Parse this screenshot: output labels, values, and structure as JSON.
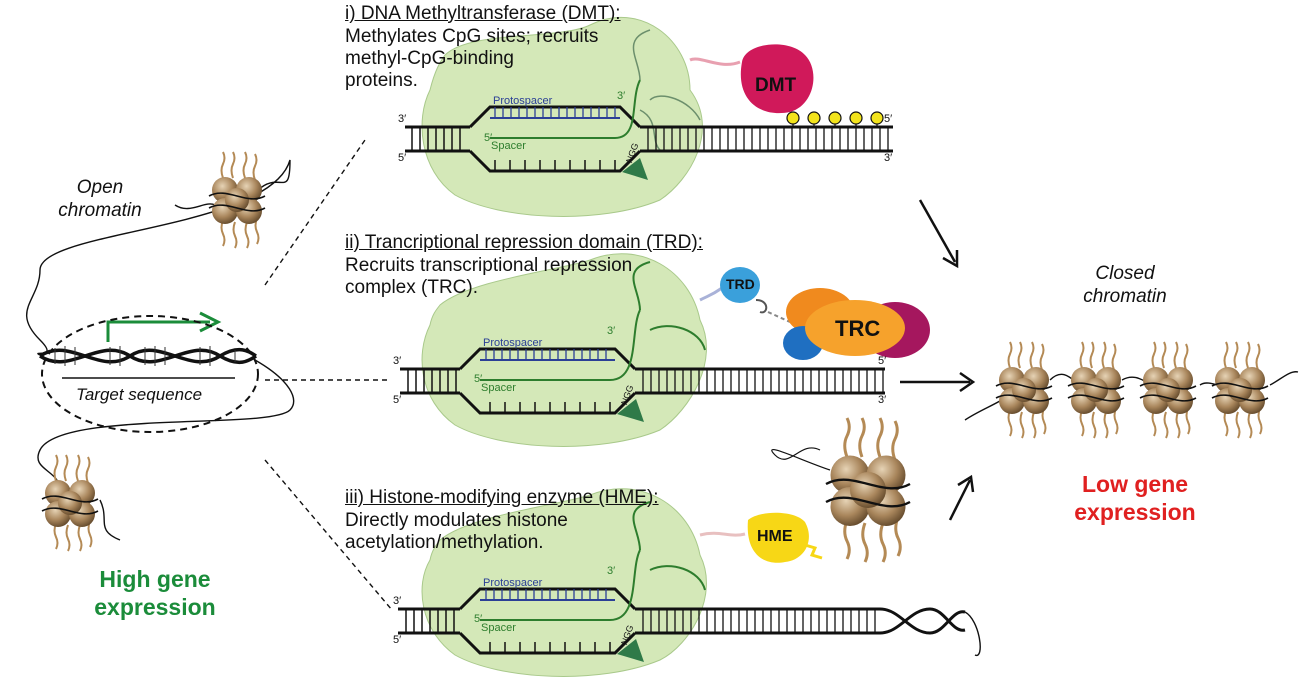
{
  "left": {
    "open_chromatin": [
      "Open",
      "chromatin"
    ],
    "target_sequence": "Target sequence",
    "high_expression": [
      "High gene",
      "expression"
    ]
  },
  "panels": [
    {
      "heading": "i) DNA Methyltransferase (DMT):",
      "description": [
        "Methylates CpG sites; recruits",
        "methyl-CpG-binding",
        "proteins."
      ],
      "effector": "DMT"
    },
    {
      "heading": "ii) Trancriptional repression domain (TRD):",
      "description": [
        "Recruits transcriptional repression",
        "complex (TRC)."
      ],
      "effector": "TRD",
      "complex": "TRC"
    },
    {
      "heading": "iii) Histone-modifying enzyme (HME):",
      "description": [
        "Directly modulates histone",
        "acetylation/methylation."
      ],
      "effector": "HME"
    }
  ],
  "strand_labels": {
    "three_prime": "3′",
    "five_prime": "5′",
    "protospacer": "Protospacer",
    "spacer": "Spacer",
    "pam": "NGG"
  },
  "right": {
    "closed_chromatin": [
      "Closed",
      "chromatin"
    ],
    "low_expression": [
      "Low gene",
      "expression"
    ]
  },
  "colors": {
    "cas9_body": "#d4e8b8",
    "protospacer": "#2b3f96",
    "spacer": "#2d7d2d",
    "dmt": "#d0195a",
    "methyl": "#f3e41c",
    "trd": "#3aa0db",
    "trc": "#f6a22c",
    "hme": "#f7d716",
    "high_expression": "#1b8c3a",
    "low_expression": "#e02020",
    "nucleosome": "#9c7b53"
  }
}
